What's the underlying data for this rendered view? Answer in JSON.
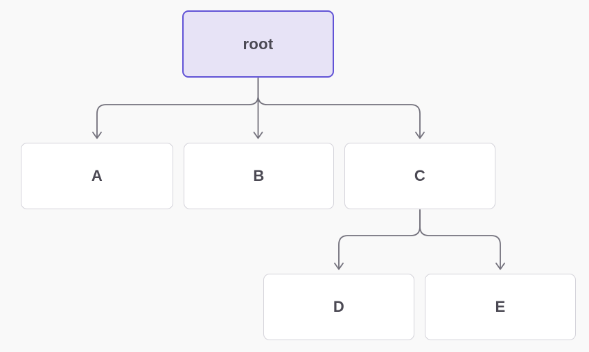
{
  "diagram": {
    "type": "tree",
    "nodes": {
      "root": {
        "label": "root"
      },
      "a": {
        "label": "A"
      },
      "b": {
        "label": "B"
      },
      "c": {
        "label": "C"
      },
      "d": {
        "label": "D"
      },
      "e": {
        "label": "E"
      }
    },
    "edges": [
      {
        "from": "root",
        "to": "A"
      },
      {
        "from": "root",
        "to": "B"
      },
      {
        "from": "root",
        "to": "C"
      },
      {
        "from": "C",
        "to": "D"
      },
      {
        "from": "C",
        "to": "E"
      }
    ],
    "colors": {
      "canvas_background": "#f9f9f9",
      "root_node_fill": "#e7e3f6",
      "root_node_border": "#6153d6",
      "child_node_fill": "#ffffff",
      "child_node_border": "#d4d3da",
      "edge_stroke": "#73717c",
      "label_text": "#4b4953"
    }
  }
}
